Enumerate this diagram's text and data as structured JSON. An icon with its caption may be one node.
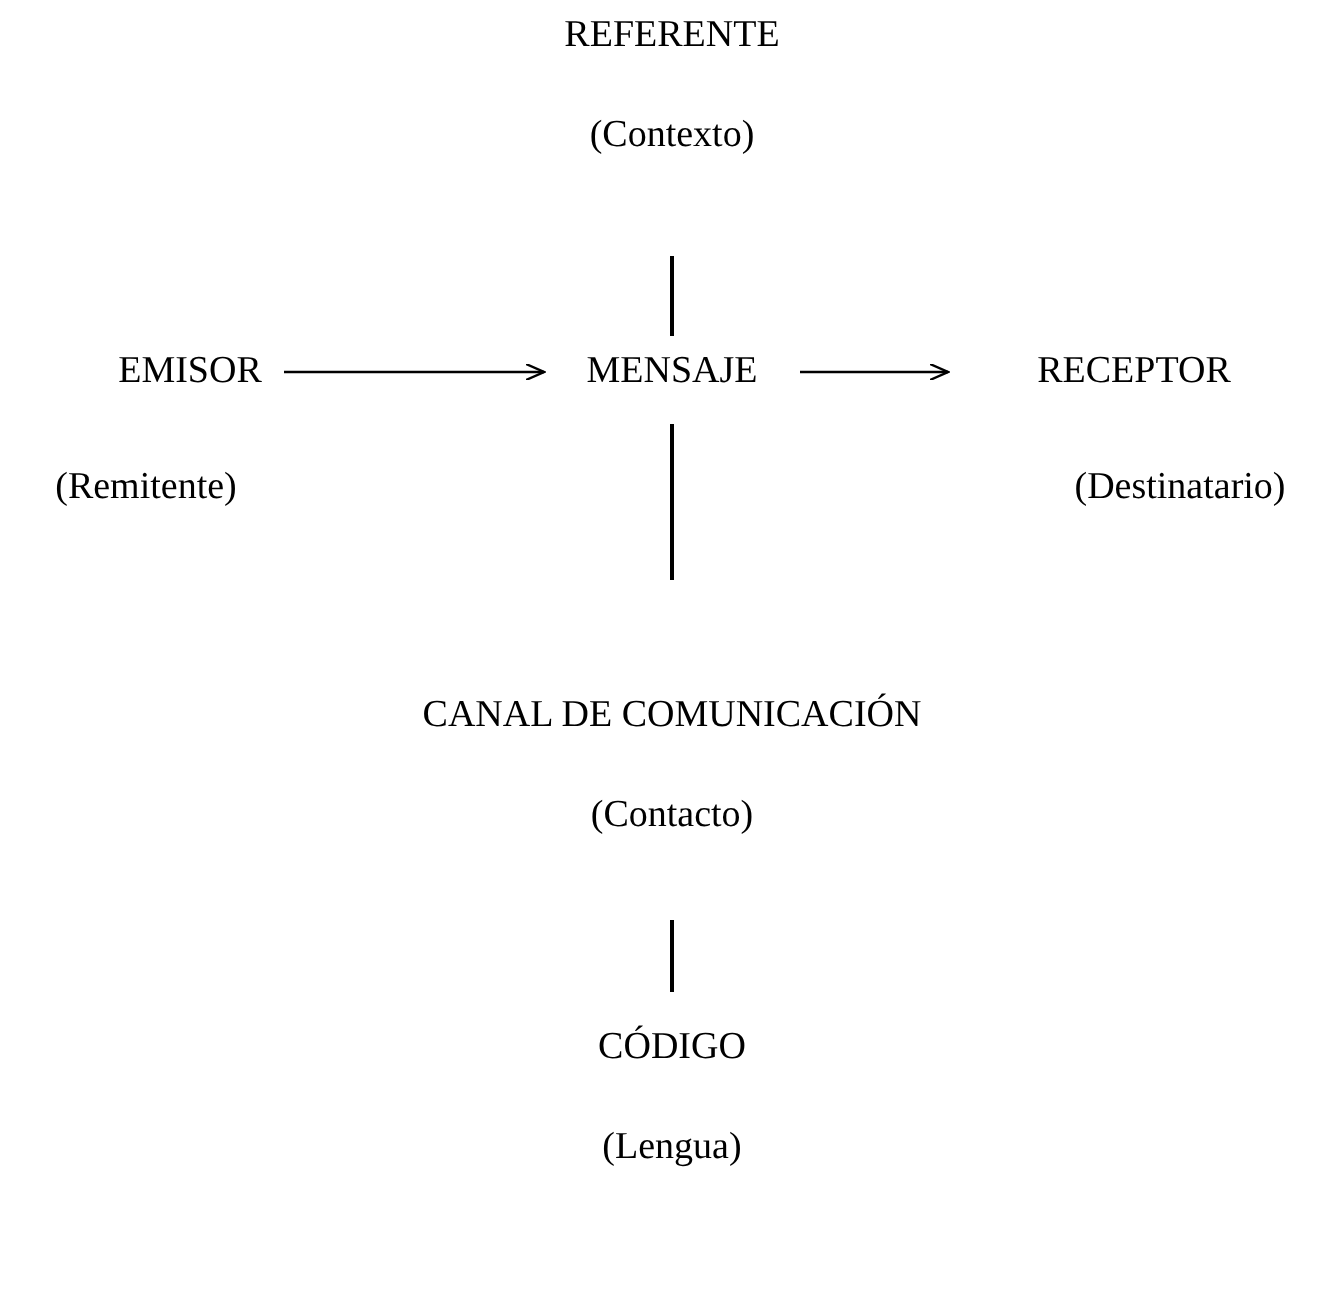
{
  "diagram": {
    "nodes": [
      {
        "text": [
          "REFERENTE",
          "(Contexto)"
        ]
      },
      {
        "text": [
          "EMISOR",
          "(Remitente)"
        ]
      },
      {
        "text": [
          "MENSAJE"
        ]
      },
      {
        "text": [
          "RECEPTOR",
          "(Destinatario)"
        ]
      },
      {
        "text": [
          "CANAL DE COMUNICACIÓN",
          "(Contacto)"
        ]
      },
      {
        "text": [
          "CÓDIGO",
          "(Lengua)"
        ]
      }
    ],
    "edges": [
      {
        "from": 0,
        "to": 2,
        "arrow": "none"
      },
      {
        "from": 1,
        "to": 2,
        "arrow": "to"
      },
      {
        "from": 2,
        "to": 3,
        "arrow": "to"
      },
      {
        "from": 2,
        "to": 4,
        "arrow": "none"
      },
      {
        "from": 4,
        "to": 5,
        "arrow": "none"
      }
    ]
  }
}
